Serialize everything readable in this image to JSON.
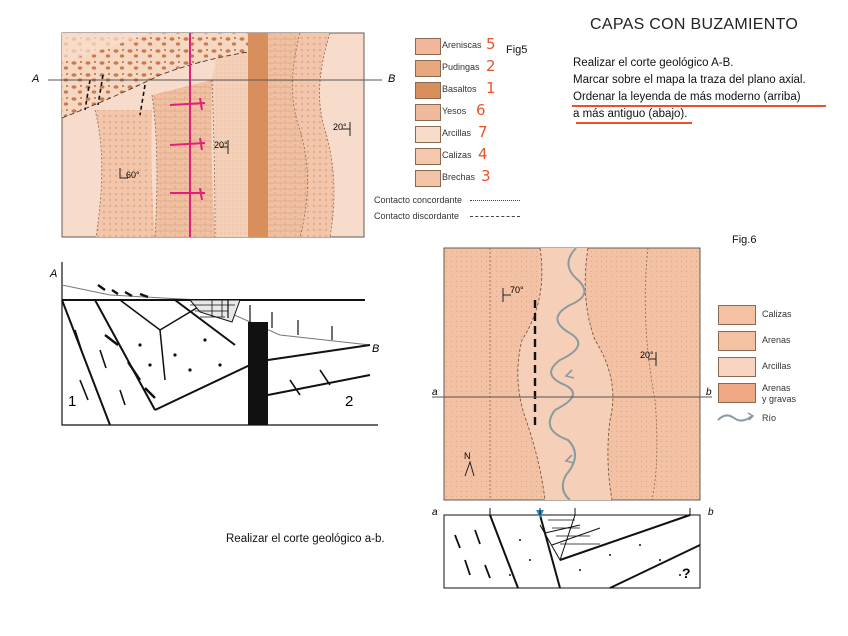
{
  "title": "CAPAS CON BUZAMIENTO",
  "instructions": [
    "Realizar  el corte geológico  A-B.",
    "Marcar sobre el mapa la traza del plano axial.",
    "Ordenar la leyenda de más moderno (arriba)",
    " a más antiguo (abajo)."
  ],
  "fig5": {
    "label": "Fig5",
    "point_a": "A",
    "point_b": "B",
    "dips": [
      "60°",
      "20°",
      "20°"
    ],
    "legend": [
      {
        "label": "Areniscas",
        "num": "5",
        "color": "#f2b79a"
      },
      {
        "label": "Pudingas",
        "num": "2",
        "color": "#e9a77f"
      },
      {
        "label": "Basaltos",
        "num": "1",
        "color": "#d98f5c"
      },
      {
        "label": "Yesos",
        "num": "6",
        "color": "#f0b99b"
      },
      {
        "label": "Arcillas",
        "num": "7",
        "color": "#f8dccb"
      },
      {
        "label": "Calizas",
        "num": "4",
        "color": "#f4c8ad"
      },
      {
        "label": "Brechas",
        "num": "3",
        "color": "#f3c4a8"
      }
    ],
    "contacts": [
      "Contacto concordante",
      "Contacto discordante"
    ],
    "section_a": "A",
    "section_b": "B",
    "section_numbers": [
      "1",
      "2"
    ]
  },
  "fig6": {
    "label": "Fig.6",
    "point_a": "a",
    "point_b": "b",
    "dips": [
      "70°",
      "20°"
    ],
    "north": "N",
    "legend": [
      {
        "label": "Calizas",
        "color": "#f4c1a2"
      },
      {
        "label": "Arenas",
        "color": "#f4c1a2"
      },
      {
        "label": "Arcillas",
        "color": "#f7d4bf"
      },
      {
        "label": "Arenas\ny gravas",
        "color": "#eea884"
      },
      {
        "label": "Río",
        "color": "#8a9ba0"
      }
    ],
    "section_a": "a",
    "section_b": "b",
    "section_number": "?",
    "task": "Realizar  el corte geológico  a-b."
  },
  "colors": {
    "accent_red": "#e8522a",
    "fold_axis": "#e0207a",
    "basalt": "#d98f5c"
  }
}
